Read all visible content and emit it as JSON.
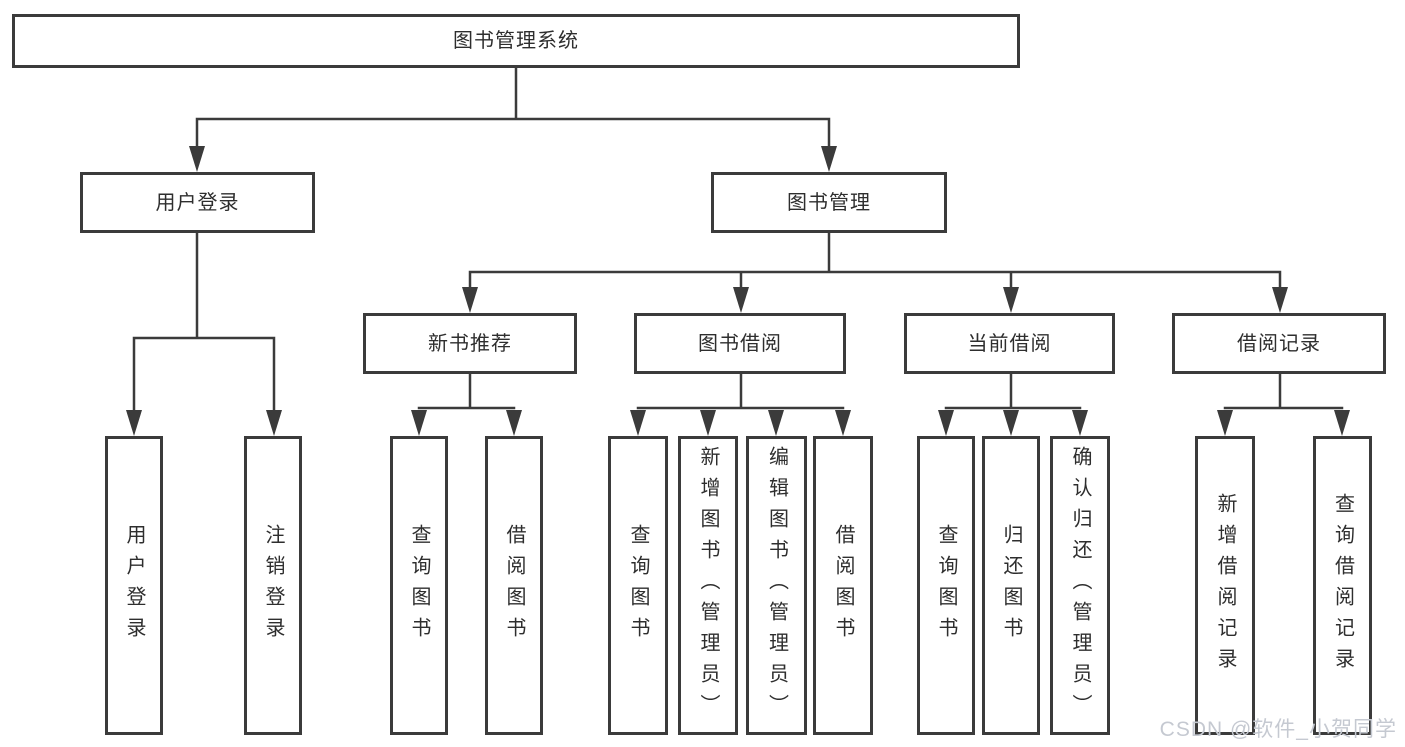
{
  "tree": {
    "root": {
      "label": "图书管理系统"
    },
    "level2": [
      {
        "id": "user-login",
        "label": "用户登录"
      },
      {
        "id": "book-management",
        "label": "图书管理"
      }
    ],
    "level3": [
      {
        "id": "new-book-recommend",
        "label": "新书推荐"
      },
      {
        "id": "book-borrow",
        "label": "图书借阅"
      },
      {
        "id": "current-borrow",
        "label": "当前借阅"
      },
      {
        "id": "borrow-records",
        "label": "借阅记录"
      }
    ],
    "leaves": {
      "user_login": [
        {
          "label": "用户登录"
        },
        {
          "label": "注销登录"
        }
      ],
      "new_book": [
        {
          "label": "查询图书"
        },
        {
          "label": "借阅图书"
        }
      ],
      "book_borrow": [
        {
          "label": "查询图书"
        },
        {
          "label": "新增图书（管理员）"
        },
        {
          "label": "编辑图书（管理员）"
        },
        {
          "label": "借阅图书"
        }
      ],
      "current_borrow": [
        {
          "label": "查询图书"
        },
        {
          "label": "归还图书"
        },
        {
          "label": "确认归还（管理员）"
        }
      ],
      "borrow_records": [
        {
          "label": "新增借阅记录"
        },
        {
          "label": "查询借阅记录"
        }
      ]
    }
  },
  "watermark": {
    "text": "CSDN @软件_小贺同学"
  },
  "colors": {
    "line": "#3b3b3b",
    "box_border": "#3b3b3b",
    "text": "#2e2e2e",
    "watermark": "#c5c9d1",
    "background": "#ffffff"
  }
}
